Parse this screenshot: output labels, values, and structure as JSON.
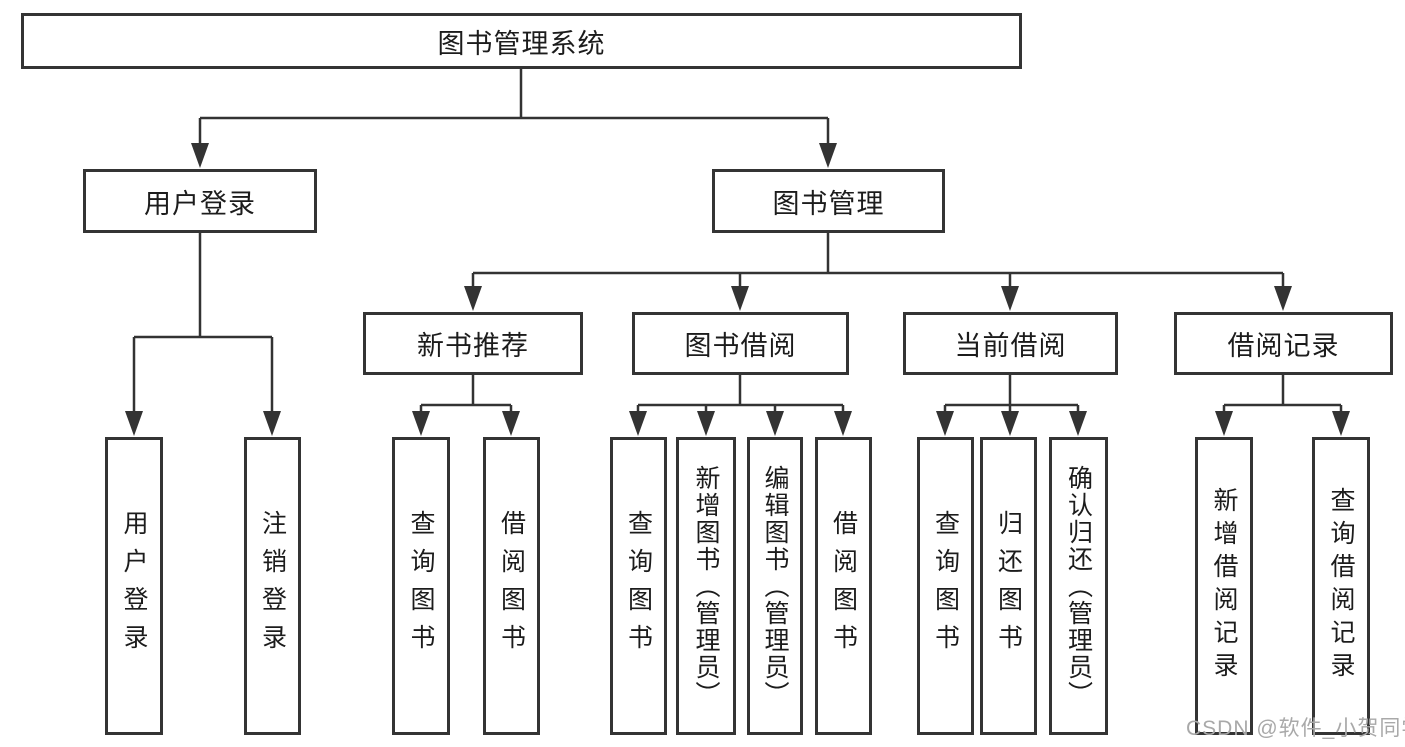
{
  "diagram": {
    "type": "hierarchy-tree",
    "title": "图书管理系统",
    "structure": {
      "图书管理系统": [
        "用户登录",
        "图书管理"
      ],
      "用户登录": [
        "用户登录",
        "注销登录"
      ],
      "图书管理": [
        "新书推荐",
        "图书借阅",
        "当前借阅",
        "借阅记录"
      ],
      "新书推荐": [
        "查询图书",
        "借阅图书"
      ],
      "图书借阅": [
        "查询图书",
        "新增图书（管理员）",
        "编辑图书（管理员）",
        "借阅图书"
      ],
      "当前借阅": [
        "查询图书",
        "归还图书",
        "确认归还（管理员）"
      ],
      "借阅记录": [
        "新增借阅记录",
        "查询借阅记录"
      ]
    }
  },
  "nodes": {
    "root": "图书管理系统",
    "user_login": "用户登录",
    "book_management": "图书管理",
    "new_book_recommend": "新书推荐",
    "book_borrow": "图书借阅",
    "current_borrow": "当前借阅",
    "borrow_records": "借阅记录",
    "leaf_user_login": "用户登录",
    "leaf_logout": "注销登录",
    "leaf_query_books_1": "查询图书",
    "leaf_borrow_books_1": "借阅图书",
    "leaf_query_books_2": "查询图书",
    "leaf_add_books_admin": "新增图书（管理员）",
    "leaf_edit_books_admin": "编辑图书（管理员）",
    "leaf_borrow_books_2": "借阅图书",
    "leaf_query_books_3": "查询图书",
    "leaf_return_books": "归还图书",
    "leaf_confirm_return_admin": "确认归还（管理员）",
    "leaf_add_borrow_record": "新增借阅记录",
    "leaf_query_borrow_record": "查询借阅记录"
  },
  "watermark": "CSDN @软件_小贺同学",
  "colors": {
    "line": "#333333",
    "box_border": "#343434",
    "text": "#1c1c1c",
    "background": "#ffffff",
    "watermark": "#a9a9a9"
  }
}
